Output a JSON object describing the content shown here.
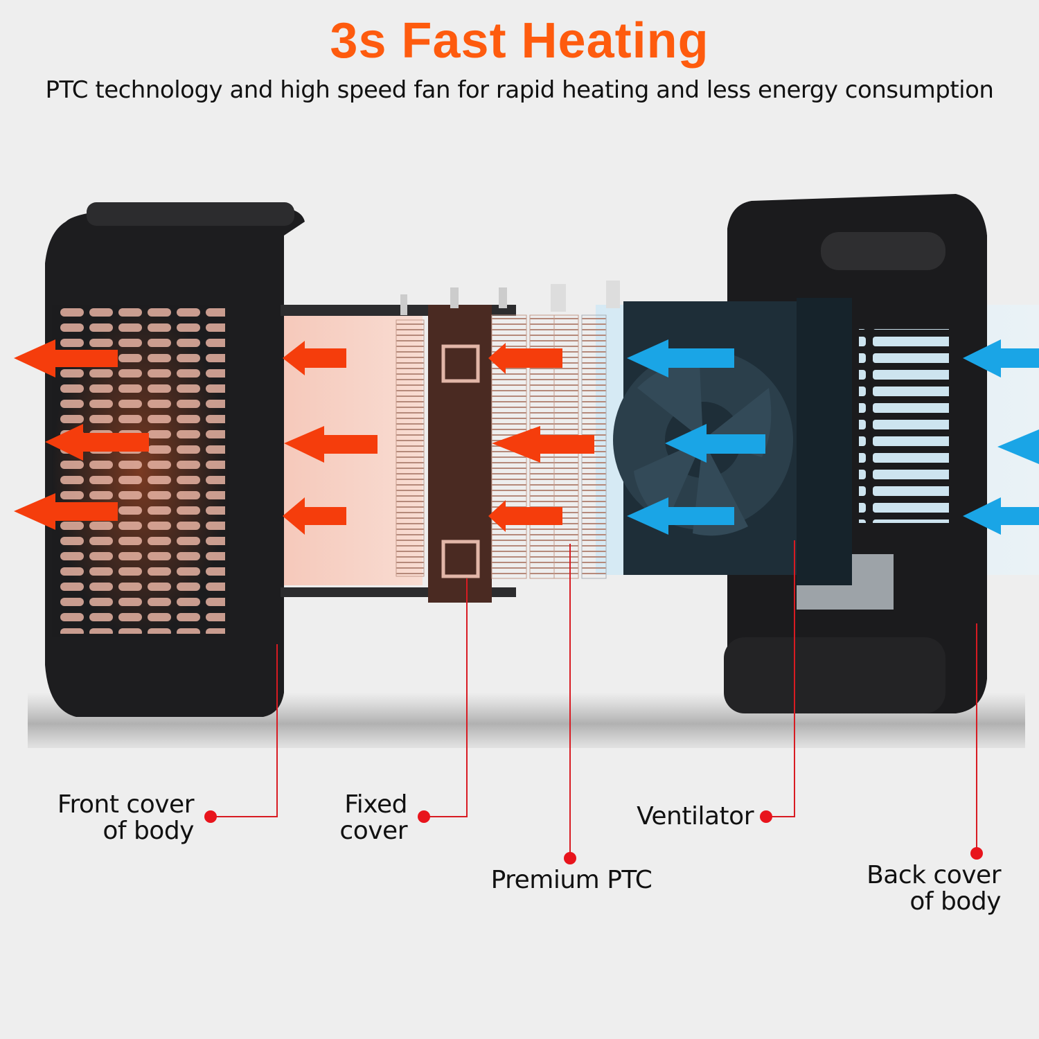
{
  "header": {
    "title": "3s Fast Heating",
    "subtitle": "PTC technology and high speed fan for rapid heating and less energy consumption"
  },
  "colors": {
    "title": "#fe5b0e",
    "hot_arrow": "#f53d0c",
    "cool_arrow": "#1aa5e6",
    "callout": "#e8141c",
    "body": "#1c1c1e",
    "background": "#eeeeee"
  },
  "callouts": [
    {
      "id": "front",
      "line1": "Front cover",
      "line2": "of body"
    },
    {
      "id": "fixed",
      "line1": "Fixed",
      "line2": "cover"
    },
    {
      "id": "ptc",
      "line1": "Premium PTC"
    },
    {
      "id": "fan",
      "line1": "Ventilator"
    },
    {
      "id": "back",
      "line1": "Back cover",
      "line2": "of body"
    }
  ]
}
